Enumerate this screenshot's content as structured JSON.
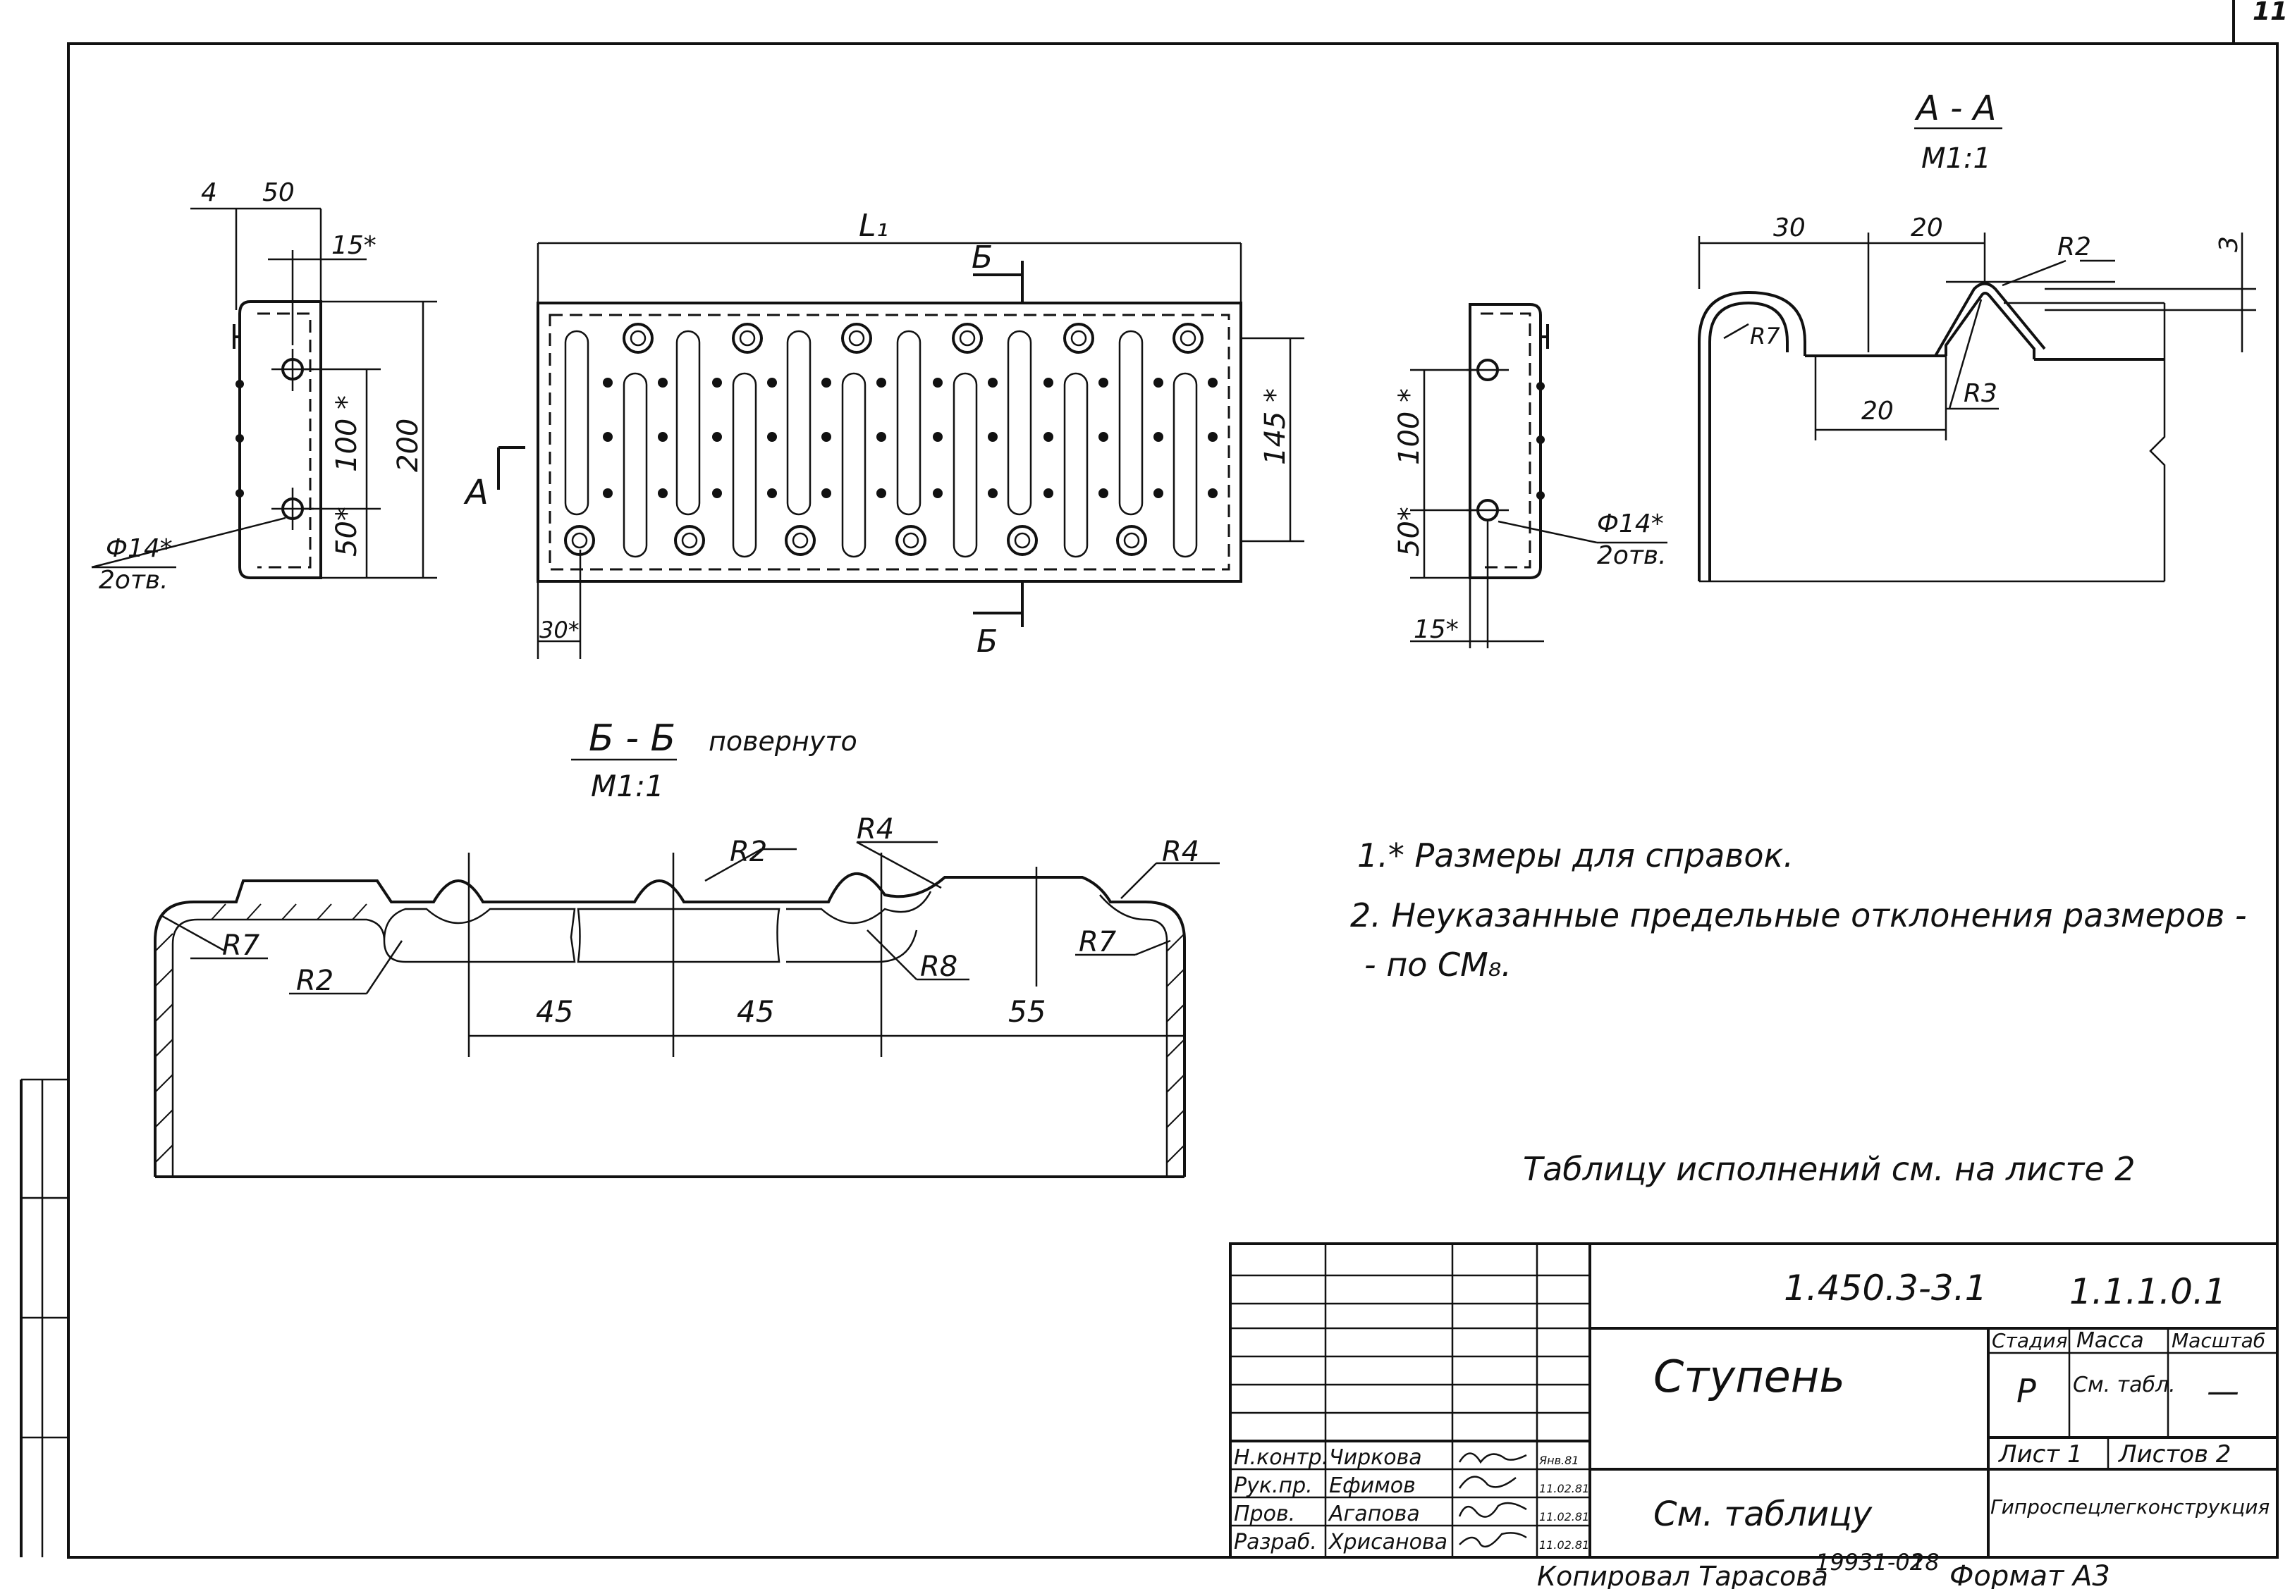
{
  "sheet_number": "11",
  "views": {
    "side_left": {
      "dims": [
        "4",
        "50",
        "15*",
        "100 *",
        "200",
        "50*"
      ],
      "hole_note": [
        "Ф14*",
        "2отв."
      ]
    },
    "top": {
      "length_label": "L₁",
      "dim_height": "145 *",
      "dim_offset": "30*",
      "section_mark": "Б",
      "view_mark": "А"
    },
    "side_right": {
      "dims": [
        "100 *",
        "50*",
        "15*"
      ],
      "hole_note": [
        "Ф14*",
        "2отв."
      ]
    },
    "section_aa": {
      "title": "А - А",
      "scale": "М1:1",
      "dims": [
        "30",
        "20",
        "R2",
        "3",
        "R7",
        "20",
        "R3"
      ]
    },
    "section_bb": {
      "title": "Б - Б",
      "title_note": "повернуто",
      "scale": "М1:1",
      "radii": [
        "R2",
        "R4",
        "R4",
        "R7",
        "R2",
        "R8",
        "R7"
      ],
      "dims": [
        "45",
        "45",
        "55"
      ]
    }
  },
  "notes": [
    "1.* Размеры для справок.",
    "2. Неуказанные предельные отклонения размеров -",
    "- по СМ₈."
  ],
  "table_ref": "Таблицу исполнений см. на листе 2",
  "title_block": {
    "designation": "1.450.3-3.1",
    "sheet_code": "1.1.1.0.1",
    "name": "Ступень",
    "material": "См. таблицу",
    "stage_header": "Стадия",
    "mass_header": "Масса",
    "scale_header": "Масштаб",
    "stage": "Р",
    "mass": "См. табл.",
    "scale": "—",
    "sheet": "Лист 1",
    "sheets": "Листов 2",
    "organization": "Гипроспецлегконструкция",
    "roles": [
      {
        "role": "Н.контр.",
        "name": "Чиркова",
        "date": "Янв.81"
      },
      {
        "role": "Рук.пр.",
        "name": "Ефимов",
        "date": "11.02.81"
      },
      {
        "role": "Пров.",
        "name": "Агапова",
        "date": "11.02.81"
      },
      {
        "role": "Разраб.",
        "name": "Хрисанова",
        "date": "11.02.81"
      }
    ]
  },
  "footer": {
    "copied": "Копировал Тарасова",
    "code": "19931-02",
    "num": "18",
    "format": "Формат А3"
  }
}
